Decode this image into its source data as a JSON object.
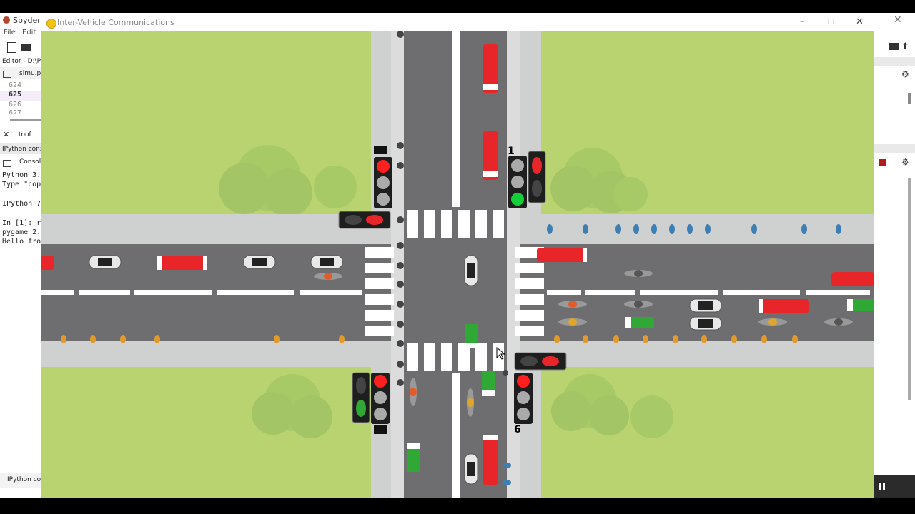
{
  "spyder": {
    "title": "Spyder (",
    "menu": [
      "File",
      "Edit"
    ],
    "editor_pane": "Editor - D:\\Pyt",
    "file_tab": "simu.py",
    "line_numbers": [
      "624",
      "625",
      "626",
      "627"
    ],
    "find_text": "toof",
    "console_pane": "IPython conso",
    "console_tab": "Console",
    "console_lines": [
      "Python 3.",
      "Type \"cop",
      "",
      "IPython 7",
      "",
      "In [1]: r",
      "pygame 2.",
      "Hello fro"
    ],
    "bottom_tab": "IPython cons"
  },
  "window": {
    "title": "Inter-Vehicle Communications",
    "controls": {
      "minimize": "–",
      "maximize": "☐",
      "close": "✕"
    }
  },
  "simulation": {
    "signal_labels": {
      "nw": "",
      "ne": "1",
      "sw": "",
      "se": "6"
    },
    "signals": {
      "north_vehicle": "red",
      "east_vehicle": "green",
      "east_pedestrian": "red",
      "south_vehicle": "red",
      "south_pedestrian": "green",
      "west_vehicle": "red"
    },
    "colors": {
      "grass": "#b8d36f",
      "road": "#6e6e70",
      "sidewalk": "#cfd0d0",
      "car_red": "#e8262a",
      "car_green": "#2fa836"
    }
  }
}
